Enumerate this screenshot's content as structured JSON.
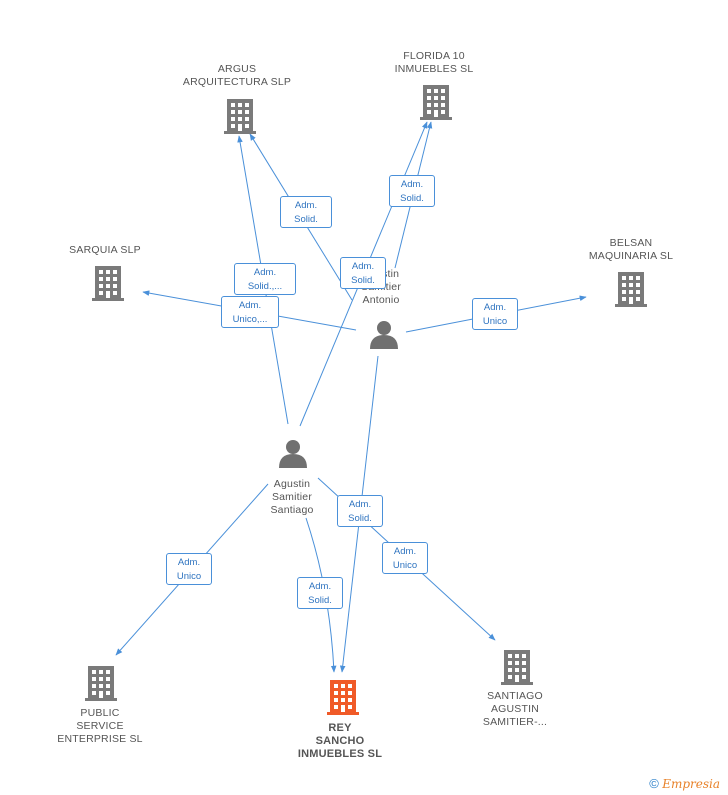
{
  "colors": {
    "edge": "#4a90d9",
    "building": "#7a7a7a",
    "main_building": "#f05a28",
    "person": "#707070"
  },
  "nodes": {
    "argus": "ARGUS\nARQUITECTURA SLP",
    "florida": "FLORIDA 10\nINMUEBLES SL",
    "sarquia": "SARQUIA SLP",
    "belsan": "BELSAN\nMAQUINARIA SL",
    "antonio": "Agustin\nSamitier\nAntonio",
    "santiago": "Agustin\nSamitier\nSantiago",
    "public_service": "PUBLIC\nSERVICE\nENTERPRISE SL",
    "rey_sancho": "REY\nSANCHO\nINMUEBLES SL",
    "santiago_agustin": "SANTIAGO\nAGUSTIN\nSAMITIER-..."
  },
  "edge_labels": {
    "antonio_argus": "Adm.\nSolid.",
    "santiago_florida": "Adm.\nSolid.",
    "antonio_florida": "Adm.\nSolid.",
    "santiago_argus": "Adm.\nSolid.,...",
    "antonio_sarquia": "Adm.\nUnico,...",
    "antonio_belsan": "Adm.\nUnico",
    "antonio_rey": "Adm.\nSolid.",
    "santiago_public": "Adm.\nUnico",
    "santiago_rey": "Adm.\nSolid.",
    "santiago_santiago": "Adm.\nUnico"
  },
  "footer": {
    "copyright": "©",
    "brand": "Empresia"
  }
}
